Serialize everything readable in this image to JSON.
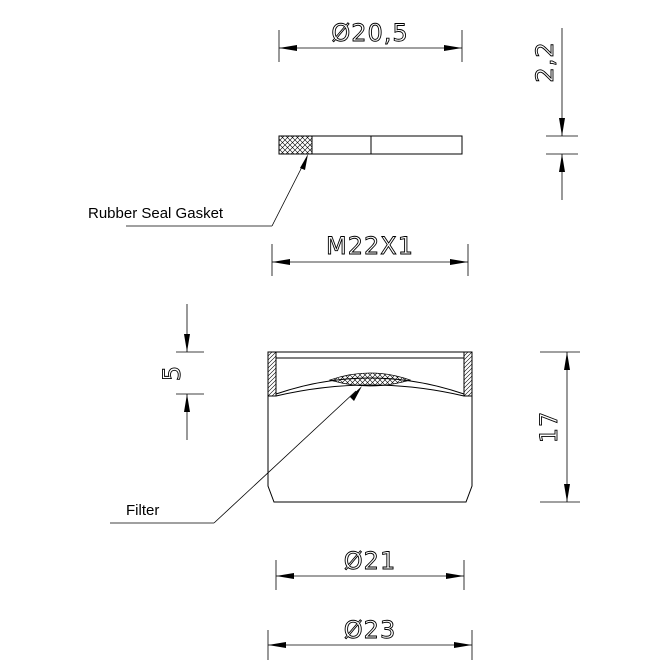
{
  "drawing": {
    "dimensions": {
      "gasket_diameter": "Ø20,5",
      "gasket_thickness": "2,2",
      "thread": "M22X1",
      "top_depth": "5",
      "height": "17",
      "inner_diameter": "Ø21",
      "outer_diameter": "Ø23"
    },
    "callouts": {
      "gasket": "Rubber Seal Gasket",
      "filter": "Filter"
    }
  }
}
